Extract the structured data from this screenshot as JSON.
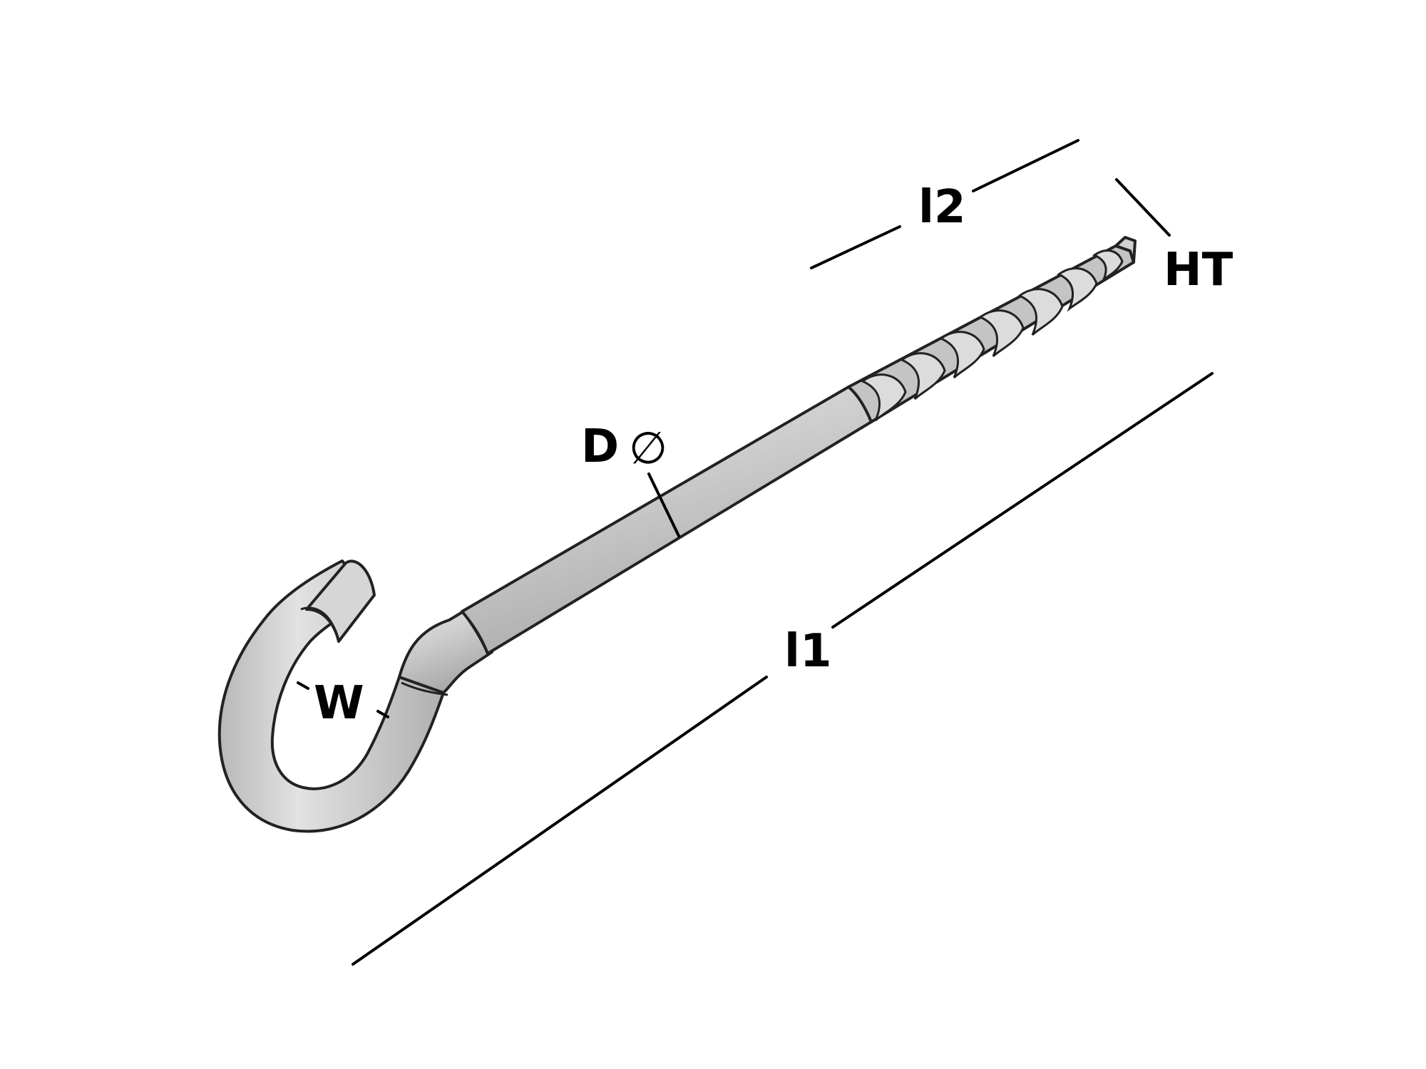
{
  "labels": {
    "l2": "l2",
    "ht": "HT",
    "d": "D",
    "diameter_symbol": "∅",
    "w": "W",
    "l1": "l1"
  },
  "colors": {
    "metal": "#c9c9c9",
    "metal_light": "#e6e6e6",
    "metal_dark": "#a2a2a2",
    "outline": "#222222",
    "dimension": "#000000",
    "background": "#ffffff"
  }
}
